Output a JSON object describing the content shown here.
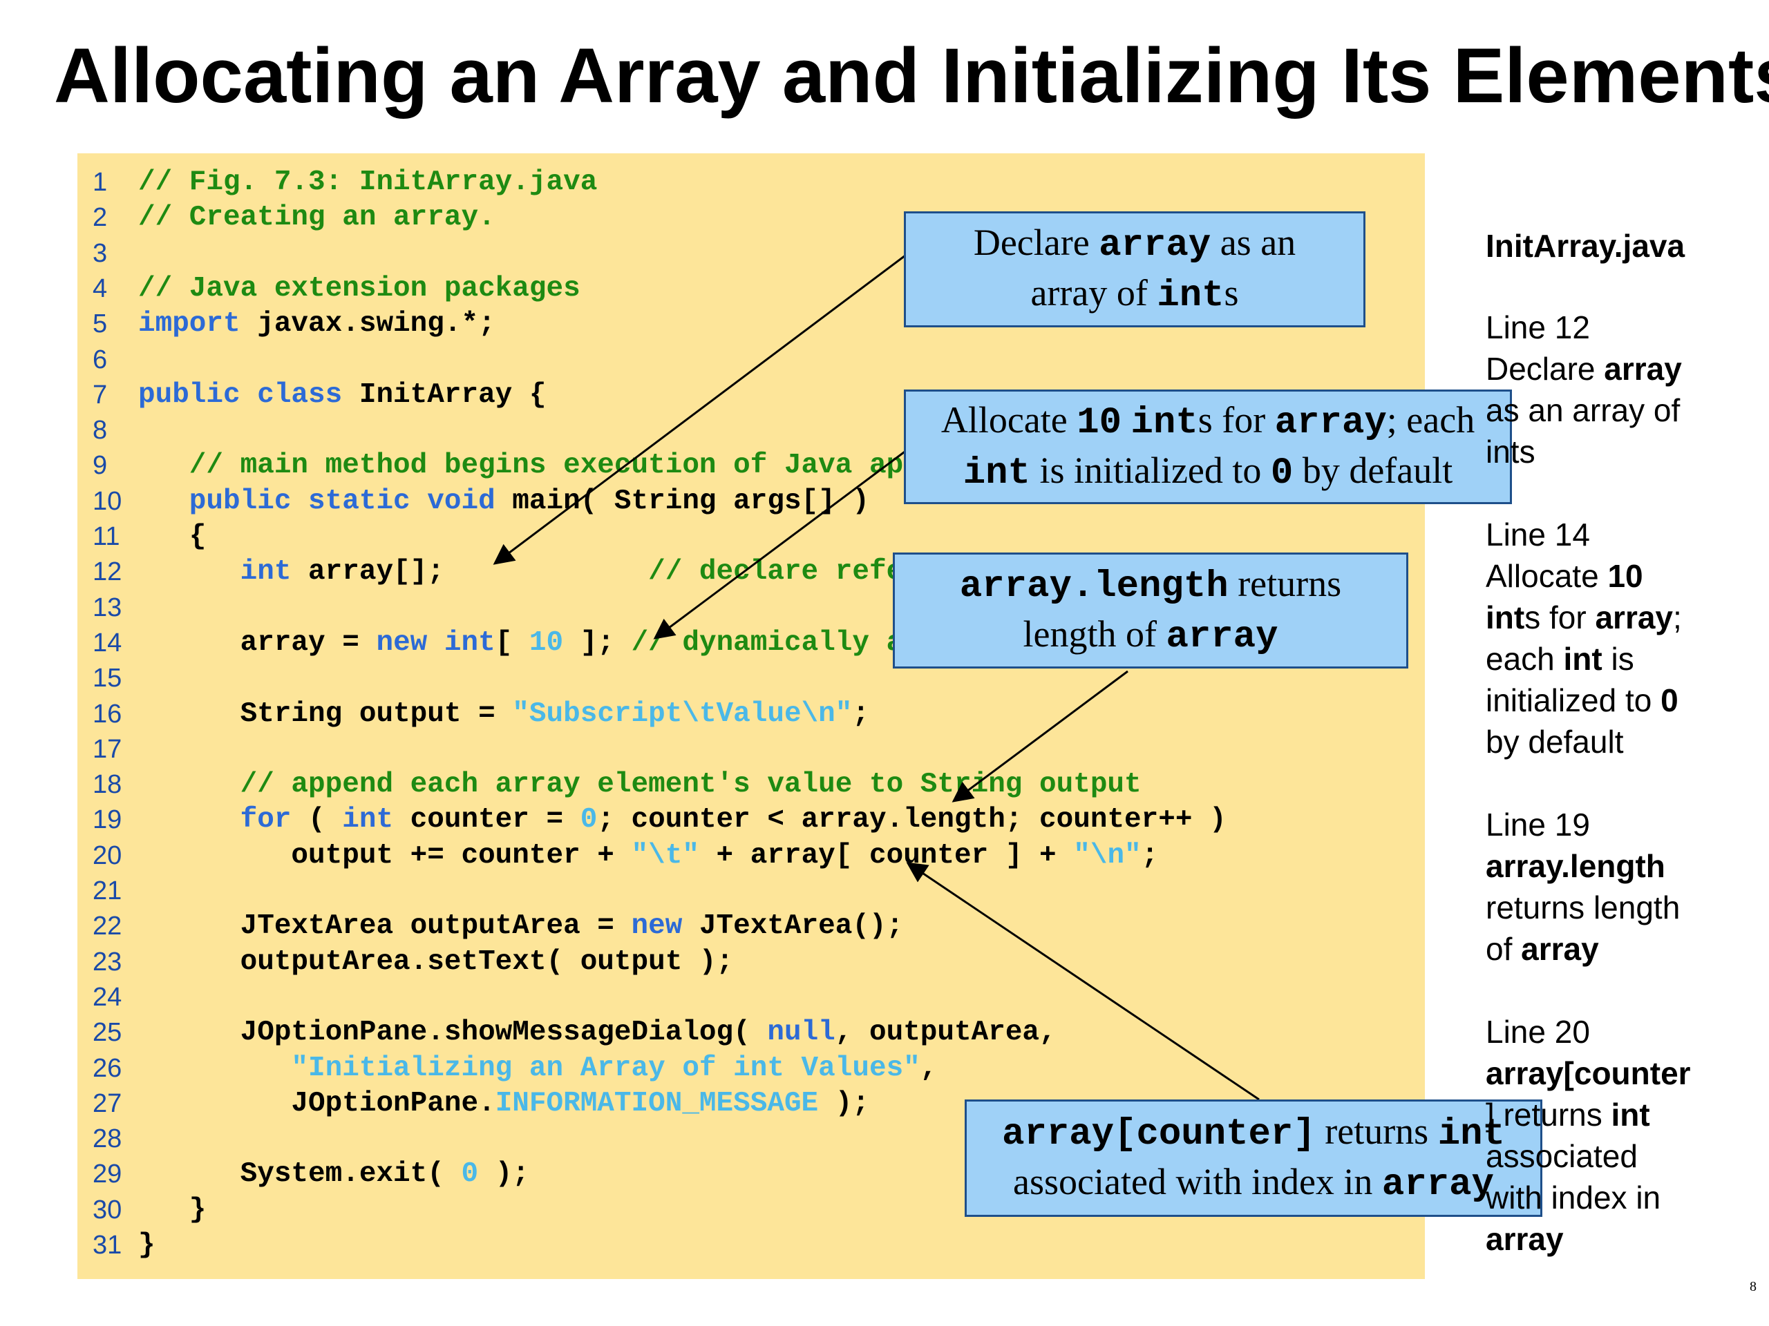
{
  "title": "Allocating an Array and Initializing Its Elements",
  "code": [
    {
      "n": "1",
      "tokens": [
        {
          "t": "// Fig. 7.3: InitArray.java",
          "c": "comment"
        }
      ]
    },
    {
      "n": "2",
      "tokens": [
        {
          "t": "// Creating an array.",
          "c": "comment"
        }
      ]
    },
    {
      "n": "3",
      "tokens": []
    },
    {
      "n": "4",
      "tokens": [
        {
          "t": "// Java extension packages",
          "c": "comment"
        }
      ]
    },
    {
      "n": "5",
      "tokens": [
        {
          "t": "import",
          "c": "keyword"
        },
        {
          "t": " javax.swing.*;",
          "c": "plain"
        }
      ]
    },
    {
      "n": "6",
      "tokens": []
    },
    {
      "n": "7",
      "tokens": [
        {
          "t": "public class",
          "c": "keyword"
        },
        {
          "t": " InitArray {",
          "c": "plain"
        }
      ]
    },
    {
      "n": "8",
      "tokens": []
    },
    {
      "n": "9",
      "tokens": [
        {
          "t": "   // main method begins execution of Java application",
          "c": "comment"
        }
      ]
    },
    {
      "n": "10",
      "tokens": [
        {
          "t": "   public static void",
          "c": "keyword"
        },
        {
          "t": " main( String args[] )",
          "c": "plain"
        }
      ]
    },
    {
      "n": "11",
      "tokens": [
        {
          "t": "   {",
          "c": "plain"
        }
      ]
    },
    {
      "n": "12",
      "tokens": [
        {
          "t": "      int",
          "c": "keyword"
        },
        {
          "t": " array[];            ",
          "c": "plain"
        },
        {
          "t": "// declare reference to an array",
          "c": "comment"
        }
      ]
    },
    {
      "n": "13",
      "tokens": []
    },
    {
      "n": "14",
      "tokens": [
        {
          "t": "      array = ",
          "c": "plain"
        },
        {
          "t": "new int",
          "c": "keyword"
        },
        {
          "t": "[ ",
          "c": "plain"
        },
        {
          "t": "10",
          "c": "literal"
        },
        {
          "t": " ]; ",
          "c": "plain"
        },
        {
          "t": "// dynamically allocate array",
          "c": "comment"
        }
      ]
    },
    {
      "n": "15",
      "tokens": []
    },
    {
      "n": "16",
      "tokens": [
        {
          "t": "      String output = ",
          "c": "plain"
        },
        {
          "t": "\"Subscript\\tValue\\n\"",
          "c": "literal"
        },
        {
          "t": ";",
          "c": "plain"
        }
      ]
    },
    {
      "n": "17",
      "tokens": []
    },
    {
      "n": "18",
      "tokens": [
        {
          "t": "      // append each array element's value to String output",
          "c": "comment"
        }
      ]
    },
    {
      "n": "19",
      "tokens": [
        {
          "t": "      for",
          "c": "keyword"
        },
        {
          "t": " ( ",
          "c": "plain"
        },
        {
          "t": "int",
          "c": "keyword"
        },
        {
          "t": " counter = ",
          "c": "plain"
        },
        {
          "t": "0",
          "c": "literal"
        },
        {
          "t": "; counter < array.length; counter++ )",
          "c": "plain"
        }
      ]
    },
    {
      "n": "20",
      "tokens": [
        {
          "t": "         output += counter + ",
          "c": "plain"
        },
        {
          "t": "\"\\t\"",
          "c": "literal"
        },
        {
          "t": " + array[ counter ] + ",
          "c": "plain"
        },
        {
          "t": "\"\\n\"",
          "c": "literal"
        },
        {
          "t": ";",
          "c": "plain"
        }
      ]
    },
    {
      "n": "21",
      "tokens": []
    },
    {
      "n": "22",
      "tokens": [
        {
          "t": "      JTextArea outputArea = ",
          "c": "plain"
        },
        {
          "t": "new",
          "c": "keyword"
        },
        {
          "t": " JTextArea();",
          "c": "plain"
        }
      ]
    },
    {
      "n": "23",
      "tokens": [
        {
          "t": "      outputArea.setText( output );",
          "c": "plain"
        }
      ]
    },
    {
      "n": "24",
      "tokens": []
    },
    {
      "n": "25",
      "tokens": [
        {
          "t": "      JOptionPane.showMessageDialog( ",
          "c": "plain"
        },
        {
          "t": "null",
          "c": "keyword"
        },
        {
          "t": ", outputArea,",
          "c": "plain"
        }
      ]
    },
    {
      "n": "26",
      "tokens": [
        {
          "t": "         \"Initializing an Array of int Values\"",
          "c": "literal"
        },
        {
          "t": ",",
          "c": "plain"
        }
      ]
    },
    {
      "n": "27",
      "tokens": [
        {
          "t": "         JOptionPane.",
          "c": "plain"
        },
        {
          "t": "INFORMATION_MESSAGE",
          "c": "literal"
        },
        {
          "t": " );",
          "c": "plain"
        }
      ]
    },
    {
      "n": "28",
      "tokens": []
    },
    {
      "n": "29",
      "tokens": [
        {
          "t": "      System.exit( ",
          "c": "plain"
        },
        {
          "t": "0",
          "c": "literal"
        },
        {
          "t": " );",
          "c": "plain"
        }
      ]
    },
    {
      "n": "30",
      "tokens": [
        {
          "t": "   }",
          "c": "plain"
        }
      ]
    },
    {
      "n": "31",
      "tokens": [
        {
          "t": "}",
          "c": "plain"
        }
      ]
    }
  ],
  "callouts": {
    "declare": {
      "l1a": "Declare ",
      "l1b": "array",
      "l1c": " as an",
      "l2a": "array of ",
      "l2b": "int",
      "l2c": "s"
    },
    "allocate": {
      "l1a": "Allocate ",
      "l1b": "10",
      "l1c": " ",
      "l1d": "int",
      "l1e": "s for ",
      "l1f": "array",
      "l1g": "; each",
      "l2a": "int",
      "l2b": " is initialized to ",
      "l2c": "0",
      "l2d": " by default"
    },
    "length": {
      "l1a": "array.length",
      "l1b": " returns",
      "l2a": "length of ",
      "l2b": "array"
    },
    "counter": {
      "l1a": "array[counter]",
      "l1b": " returns ",
      "l1c": "int",
      "l2a": "associated with index in ",
      "l2b": "array"
    }
  },
  "sidebar": {
    "filename": "InitArray.java",
    "line12": {
      "label": "Line 12",
      "t1": "Declare ",
      "t2": "array",
      "t3": "as an array of",
      "t4": "ints"
    },
    "line14": {
      "label": "Line 14",
      "t1": "Allocate ",
      "t2": "10",
      "t3": "int",
      "t4": "s for ",
      "t5": "array",
      "t6": ";",
      "t7": "each ",
      "t8": "int",
      "t9": " is",
      "t10": "initialized to ",
      "t11": "0",
      "t12": "by default"
    },
    "line19": {
      "label": "Line 19",
      "t1": "array.length",
      "t2": "returns length",
      "t3": "of ",
      "t4": "array"
    },
    "line20": {
      "label": "Line 20",
      "t1": "array[counter",
      "t2": "] returns ",
      "t3": "int",
      "t4": "associated",
      "t5": "with index in",
      "t6": "array"
    }
  },
  "page_number": "8"
}
